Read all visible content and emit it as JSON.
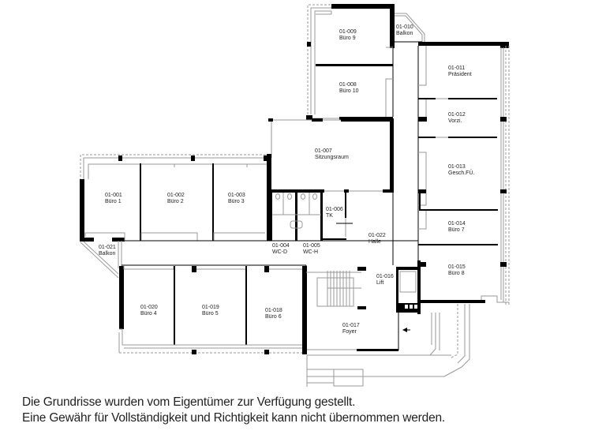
{
  "floor_plan": {
    "rooms": [
      {
        "id": "01-001",
        "name": "Büro 1"
      },
      {
        "id": "01-002",
        "name": "Büro 2"
      },
      {
        "id": "01-003",
        "name": "Büro 3"
      },
      {
        "id": "01-004",
        "name": "WC-D"
      },
      {
        "id": "01-005",
        "name": "WC-H"
      },
      {
        "id": "01-006",
        "name": "TK"
      },
      {
        "id": "01-007",
        "name": "Sitzungsraum"
      },
      {
        "id": "01-008",
        "name": "Büro 10"
      },
      {
        "id": "01-009",
        "name": "Büro 9"
      },
      {
        "id": "01-010",
        "name": "Balkon"
      },
      {
        "id": "01-011",
        "name": "Präsident"
      },
      {
        "id": "01-012",
        "name": "Vorzi."
      },
      {
        "id": "01-013",
        "name": "Gesch.FÜ."
      },
      {
        "id": "01-014",
        "name": "Büro 7"
      },
      {
        "id": "01-015",
        "name": "Büro 8"
      },
      {
        "id": "01-016",
        "name": "Lift"
      },
      {
        "id": "01-017",
        "name": "Foyer"
      },
      {
        "id": "01-018",
        "name": "Büro 6"
      },
      {
        "id": "01-019",
        "name": "Büro 5"
      },
      {
        "id": "01-020",
        "name": "Büro 4"
      },
      {
        "id": "01-021",
        "name": "Balkon"
      },
      {
        "id": "01-022",
        "name": "Halle"
      }
    ]
  },
  "disclaimer": {
    "line1": "Die Grundrisse wurden vom Eigentümer zur Verfügung gestellt.",
    "line2": "Eine Gewähr für Vollständigkeit und Richtigkeit kann nicht übernommen werden."
  }
}
